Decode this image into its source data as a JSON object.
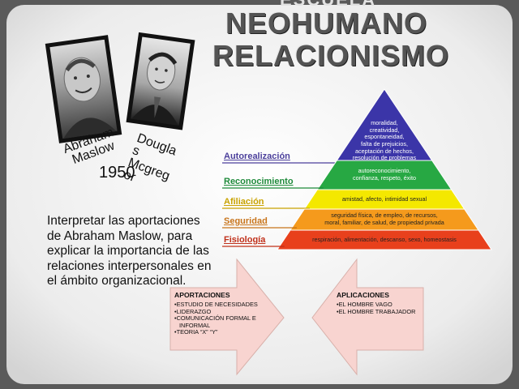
{
  "title": {
    "ghost": "ESCUELA",
    "line1": "NEOHUMANO",
    "line2": "RELACIONISMO"
  },
  "people": [
    {
      "name_lines": [
        "Abraham",
        "Maslow"
      ],
      "icon": "portrait-photo"
    },
    {
      "name_lines": [
        "Dougla",
        "s",
        "Mcgreg",
        "or"
      ],
      "icon": "portrait-photo"
    }
  ],
  "year": "1950",
  "body_text": "Interpretar las aportaciones de Abraham Maslow, para explicar la importancia de las relaciones interpersonales en el ámbito organizacional.",
  "pyramid": {
    "levels": [
      {
        "label": "Autorealización",
        "label_color": "#4b3f9b",
        "color": "#3b35a8",
        "text_color": "#ffffff",
        "lines": [
          "moralidad,",
          "creatividad,",
          "espontaneidad,",
          "falta de prejuicios,",
          "aceptación de hechos,",
          "resolución de problemas"
        ]
      },
      {
        "label": "Reconocimiento",
        "label_color": "#1e8a3a",
        "color": "#27a843",
        "text_color": "#ffffff",
        "lines": [
          "autoreconocimiento,",
          "confianza, respeto, éxito"
        ]
      },
      {
        "label": "Afiliación",
        "label_color": "#c9a300",
        "color": "#f4e800",
        "text_color": "#222222",
        "lines": [
          "amistad, afecto, intimidad sexual"
        ]
      },
      {
        "label": "Seguridad",
        "label_color": "#c8741a",
        "color": "#f59a1c",
        "text_color": "#222222",
        "lines": [
          "seguridad física, de empleo, de recursos,",
          "moral, familiar, de salud, de propiedad privada"
        ]
      },
      {
        "label": "Fisiología",
        "label_color": "#c0301a",
        "color": "#e8401c",
        "text_color": "#222222",
        "lines": [
          "respiración, alimentación, descanso, sexo, homeostasis"
        ]
      }
    ]
  },
  "aportaciones": {
    "title": "APORTACIONES",
    "items": [
      "ESTUDIO DE NECESIDADES",
      "LIDERAZGO",
      "COMUNICACIÓN FORMAL E INFORMAL",
      "TEORIA “X” “Y”"
    ]
  },
  "aplicaciones": {
    "title": "APLICACIONES",
    "items": [
      "EL HOMBRE VAGO",
      "EL HOMBRE TRABAJADOR"
    ]
  },
  "colors": {
    "frame": "#5a5a5a",
    "slide_bg": "#f2f2f2",
    "arrow_fill": "#f8d4d0",
    "arrow_stroke": "#d8b0aa",
    "title": "#545454"
  }
}
